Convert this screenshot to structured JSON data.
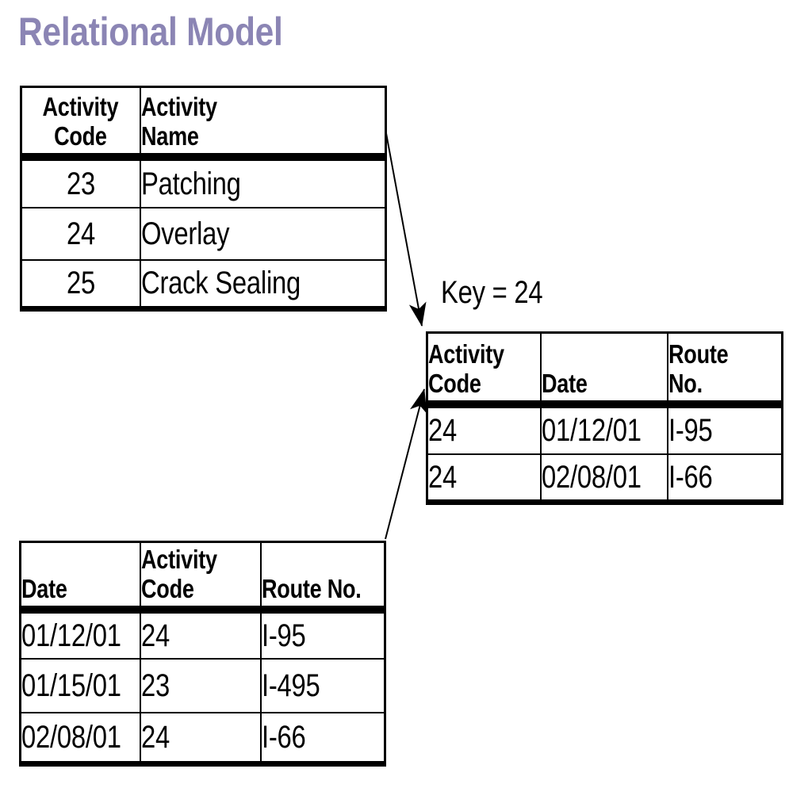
{
  "title": "Relational Model",
  "key_annotation": "Key = 24",
  "colors": {
    "title_text": "#8B85B4",
    "diagram_lines": "#000000",
    "background": "#FFFFFF"
  },
  "tables": {
    "activity_codes": {
      "headers": [
        "Activity\nCode",
        "Activity\nName"
      ],
      "rows": [
        [
          "23",
          "Patching"
        ],
        [
          "24",
          "Overlay"
        ],
        [
          "25",
          "Crack Sealing"
        ]
      ]
    },
    "selected_activities": {
      "headers": [
        "Activity\nCode",
        "Date",
        "Route No."
      ],
      "rows": [
        [
          "24",
          "01/12/01",
          "I-95"
        ],
        [
          "24",
          "02/08/01",
          "I-66"
        ]
      ]
    },
    "activity_log": {
      "headers": [
        "Date",
        "Activity\nCode",
        "Route No."
      ],
      "rows": [
        [
          "01/12/01",
          "24",
          "I-95"
        ],
        [
          "01/15/01",
          "23",
          "I-495"
        ],
        [
          "02/08/01",
          "24",
          "I-66"
        ]
      ]
    }
  },
  "relations": [
    {
      "from": "activity_codes",
      "to": "selected_activities"
    },
    {
      "from": "activity_log",
      "to": "selected_activities"
    }
  ]
}
